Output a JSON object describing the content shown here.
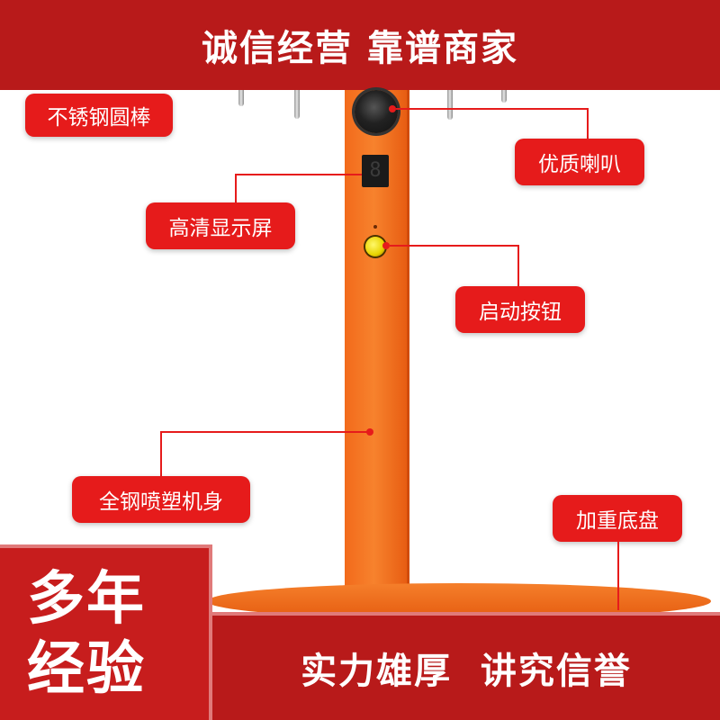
{
  "banner": {
    "title": "诚信经营 靠谱商家"
  },
  "display": {
    "digit": "8"
  },
  "callouts": {
    "rod": "不锈钢圆棒",
    "speaker": "优质喇叭",
    "screen": "高清显示屏",
    "start_button": "启动按钮",
    "body": "全钢喷塑机身",
    "base": "加重底盘"
  },
  "footer": {
    "badge_line1": "多年",
    "badge_line2": "经验",
    "slogan": "实力雄厚  讲究信誉"
  },
  "colors": {
    "banner_red": "#b81a1a",
    "callout_red": "#e61b1b",
    "pole_orange": "#f26a1b"
  }
}
